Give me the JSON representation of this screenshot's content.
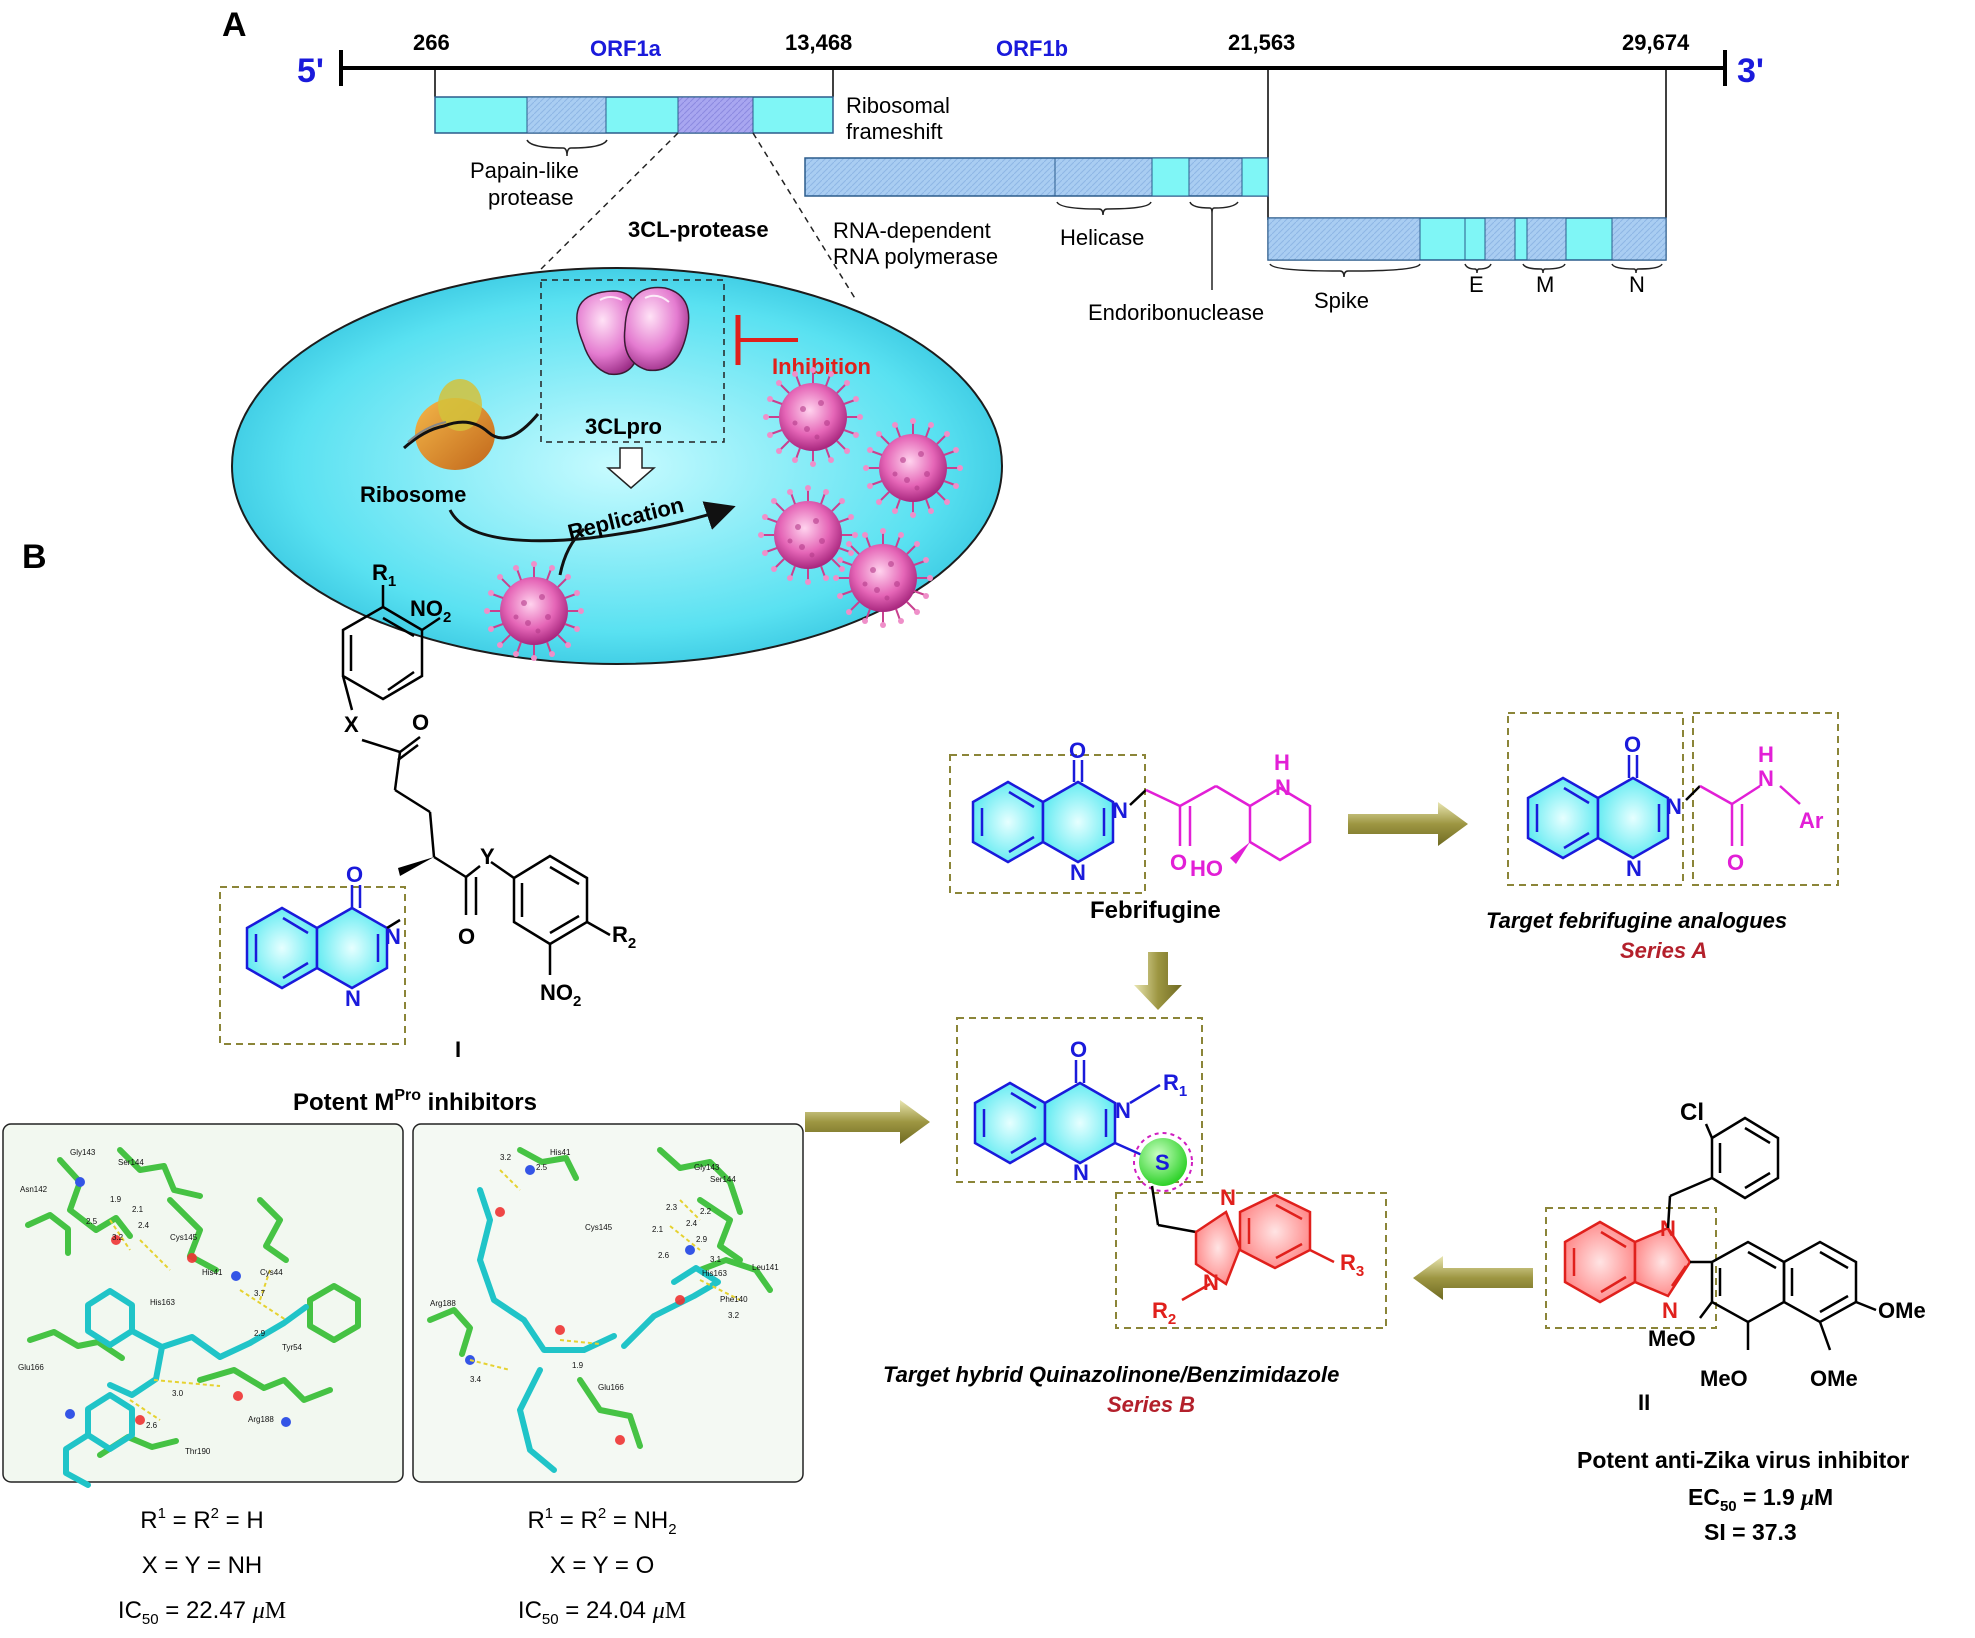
{
  "panel_a": {
    "label": "A",
    "end5": "5'",
    "end3": "3'",
    "pos1": "266",
    "pos2": "13,468",
    "pos3": "21,563",
    "pos4": "29,674",
    "orf1a": "ORF1a",
    "orf1b": "ORF1b",
    "ribosomal": "Ribosomal",
    "frameshift": "frameshift",
    "papain1": "Papain-like",
    "papain2": "protease",
    "cl_protease": "3CL-protease",
    "rdrp1": "RNA-dependent",
    "rdrp2": "RNA polymerase",
    "helicase": "Helicase",
    "endo": "Endoribonuclease",
    "spike": "Spike",
    "e": "E",
    "m": "M",
    "n": "N",
    "clpro": "3CLpro",
    "inhibition": "Inhibition",
    "ribosome": "Ribosome",
    "replication": "Replication"
  },
  "panel_b": {
    "label": "B",
    "r1": "R",
    "r1_sub": "1",
    "no2": "NO",
    "no2_sub": "2",
    "x": "X",
    "y": "Y",
    "o": "O",
    "n": "N",
    "r2": "R",
    "r2_sub": "2",
    "compound_i": "I",
    "potent_mpro_pre": "Potent M",
    "potent_mpro_sup": "Pro",
    "potent_mpro_post": " inhibitors",
    "febrifugine": "Febrifugine",
    "h": "H",
    "ho": "HO",
    "ar": "Ar",
    "target_febrifugine": "Target febrifugine analogues",
    "series_a": "Series A",
    "series_b": "Series B",
    "target_hybrid": "Target hybrid Quinazolinone/Benzimidazole",
    "s": "S",
    "r3": "R",
    "r3_sub": "3",
    "cl": "Cl",
    "ome": "OMe",
    "meo": "MeO",
    "compound_ii": "II",
    "zika": "Potent anti-Zika virus inhibitor",
    "ec50_pre": "EC",
    "ec50_sub": "50",
    "ec50_post": " = 1.9 ",
    "mu": "μ",
    "unit_m": "M",
    "si": "SI = 37.3",
    "dock1_line1_a": "R",
    "dock1_line1_b": "1",
    "dock1_line1_c": " = R",
    "dock1_line1_d": "2",
    "dock1_line1_e": " = H",
    "dock1_line2": "X = Y = NH",
    "dock1_ic_pre": "IC",
    "dock1_ic_sub": "50",
    "dock1_ic_post": " = 22.47 ",
    "dock2_line1_e": " = NH",
    "dock2_line1_f": "2",
    "dock2_line2": "X = Y = O",
    "dock2_ic_post": " = 24.04 ",
    "residues1": [
      "Gly143",
      "Ser144",
      "Asn142",
      "Cys145",
      "His41",
      "Cys44",
      "His163",
      "Tyr54",
      "Glu166",
      "Arg188",
      "Thr190"
    ],
    "distances1": [
      "1.9",
      "2.1",
      "2.5",
      "2.4",
      "3.2",
      "3.7",
      "2.9",
      "3.0",
      "2.6"
    ],
    "residues2": [
      "His41",
      "Gly143",
      "Ser144",
      "Cys145",
      "His163",
      "Leu141",
      "Phe140",
      "Arg188",
      "Glu166"
    ],
    "distances2": [
      "3.2",
      "2.5",
      "2.3",
      "2.2",
      "2.1",
      "2.4",
      "2.9",
      "2.6",
      "3.1",
      "3.2",
      "1.9",
      "3.4"
    ]
  },
  "colors": {
    "blue_label": "#1a1adb",
    "red": "#e0201c",
    "magenta": "#e21fd6",
    "cyan_fill": "#7ef7f7",
    "olive": "#8b8538",
    "dark_red": "#b3202b"
  }
}
